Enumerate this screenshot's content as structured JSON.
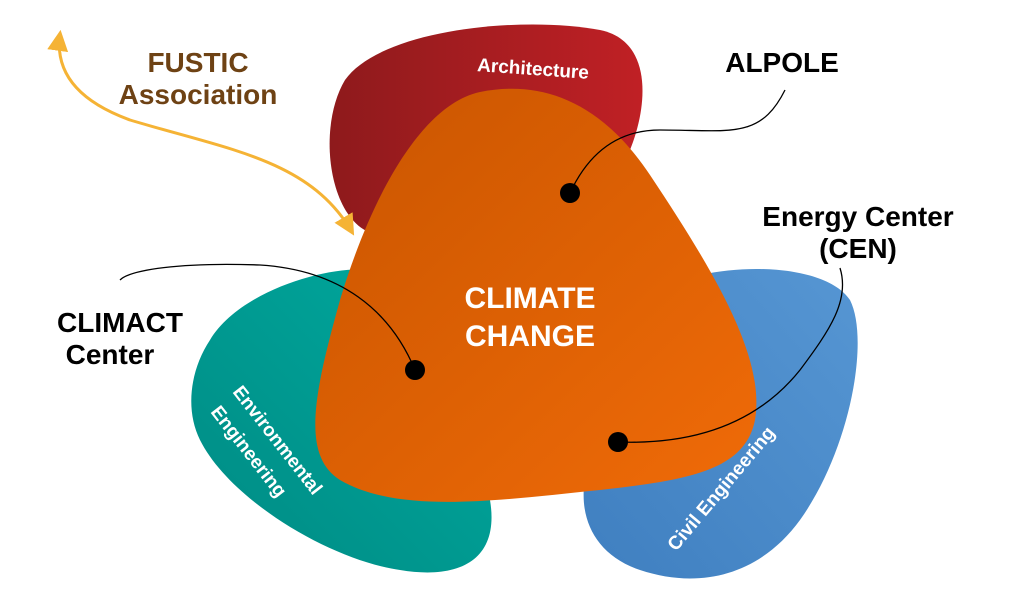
{
  "colors": {
    "architecture": "#b01e22",
    "environmental": "#00a39a",
    "civil": "#4a8fcf",
    "climate": "#e8650a",
    "fustic": "#6e4214",
    "fustic_arrow": "#f5b335",
    "callout": "#000000"
  },
  "center": {
    "line1": "CLIMATE",
    "line2": "CHANGE"
  },
  "domains": {
    "architecture": "Architecture",
    "environmental_line1": "Environmental",
    "environmental_line2": "Engineering",
    "civil": "Civil Engineering"
  },
  "callouts": {
    "alpole": "ALPOLE",
    "energy_line1": "Energy Center",
    "energy_line2": "(CEN)",
    "climact_line1": "CLIMACT",
    "climact_line2": "Center"
  },
  "fustic": {
    "line1": "FUSTIC",
    "line2": "Association"
  }
}
